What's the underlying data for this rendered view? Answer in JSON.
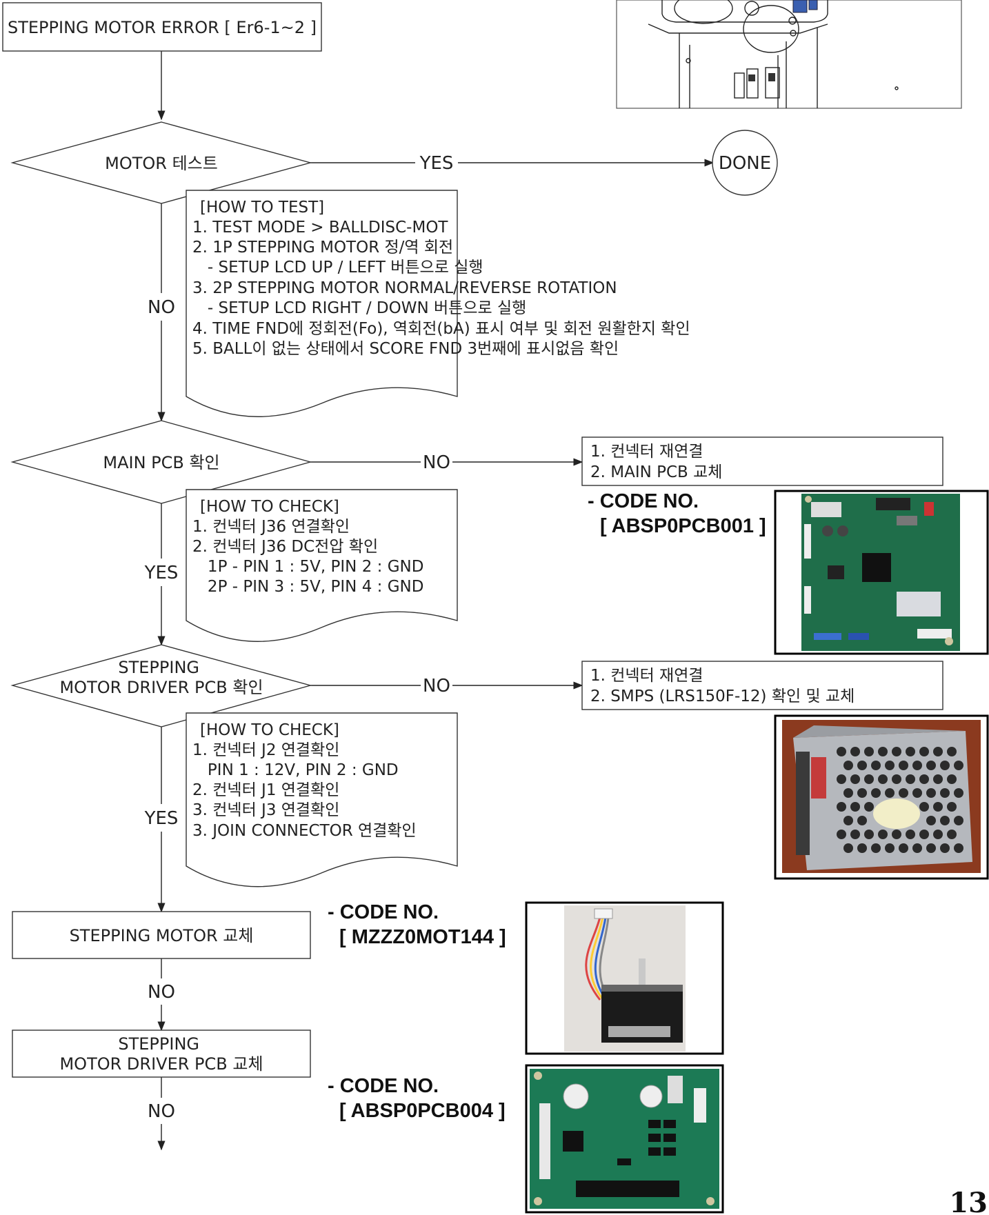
{
  "start_box": "STEPPING MOTOR ERROR [ Er6-1~2 ]",
  "decisions": {
    "motor_test": "MOTOR 테스트",
    "main_pcb": "MAIN PCB 확인",
    "driver_pcb_line1": "STEPPING",
    "driver_pcb_line2": "MOTOR DRIVER PCB 확인"
  },
  "labels": {
    "yes": "YES",
    "no": "NO",
    "done": "DONE"
  },
  "notes": {
    "how_to_test": [
      "[HOW TO TEST]",
      "1. TEST MODE > BALLDISC-MOT",
      "2. 1P STEPPING MOTOR 정/역 회전",
      "   - SETUP LCD UP / LEFT 버튼으로 실행",
      "3. 2P STEPPING MOTOR NORMAL/REVERSE ROTATION",
      "   - SETUP LCD RIGHT / DOWN 버튼으로 실행",
      "4. TIME FND에 정회전(Fo), 역회전(bA) 표시 여부 및 회전 원활한지 확인",
      "5. BALL이 없는 상태에서 SCORE FND 3번째에 표시없음 확인"
    ],
    "main_pcb_check": [
      "[HOW TO CHECK]",
      "1. 컨넥터 J36 연결확인",
      "2. 컨넥터 J36 DC전압 확인",
      "   1P - PIN 1 : 5V, PIN 2 : GND",
      "   2P - PIN 3 : 5V, PIN 4 : GND"
    ],
    "driver_pcb_check": [
      "[HOW TO CHECK]",
      "1. 컨넥터 J2 연결확인",
      "   PIN 1 : 12V, PIN 2 : GND",
      "2. 컨넥터 J1 연결확인",
      "3. 컨넥터 J3 연결확인",
      "3. JOIN CONNECTOR 연결확인"
    ]
  },
  "action_boxes": {
    "main_pcb_fix": [
      "1. 컨넥터 재연결",
      "2. MAIN PCB 교체"
    ],
    "smps_fix": [
      "1. 컨넥터 재연결",
      "2. SMPS (LRS150F-12) 확인 및 교체"
    ]
  },
  "process_boxes": {
    "replace_motor": "STEPPING MOTOR 교체",
    "replace_driver_line1": "STEPPING",
    "replace_driver_line2": "MOTOR DRIVER PCB 교체"
  },
  "codes": {
    "heading": "- CODE NO.",
    "main_pcb": "[ ABSP0PCB001 ]",
    "motor": "[ MZZZ0MOT144 ]",
    "driver_pcb": "[ ABSP0PCB004 ]"
  },
  "page_number": "13"
}
